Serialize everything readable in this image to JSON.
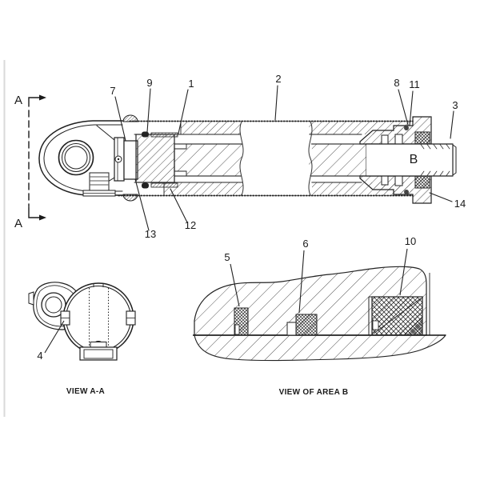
{
  "colors": {
    "line": "#1a1a1a",
    "background": "#ffffff"
  },
  "main_view": {
    "section_marker_top": "A",
    "section_marker_bottom": "A",
    "area_marker": "B",
    "callouts": {
      "c1": "1",
      "c2": "2",
      "c3": "3",
      "c7": "7",
      "c8": "8",
      "c9": "9",
      "c11": "11",
      "c12": "12",
      "c13": "13",
      "c14": "14"
    }
  },
  "view_aa": {
    "caption": "VIEW A-A",
    "callouts": {
      "c4": "4"
    }
  },
  "view_area_b": {
    "caption": "VIEW OF AREA B",
    "callouts": {
      "c5": "5",
      "c6": "6",
      "c10": "10"
    }
  }
}
